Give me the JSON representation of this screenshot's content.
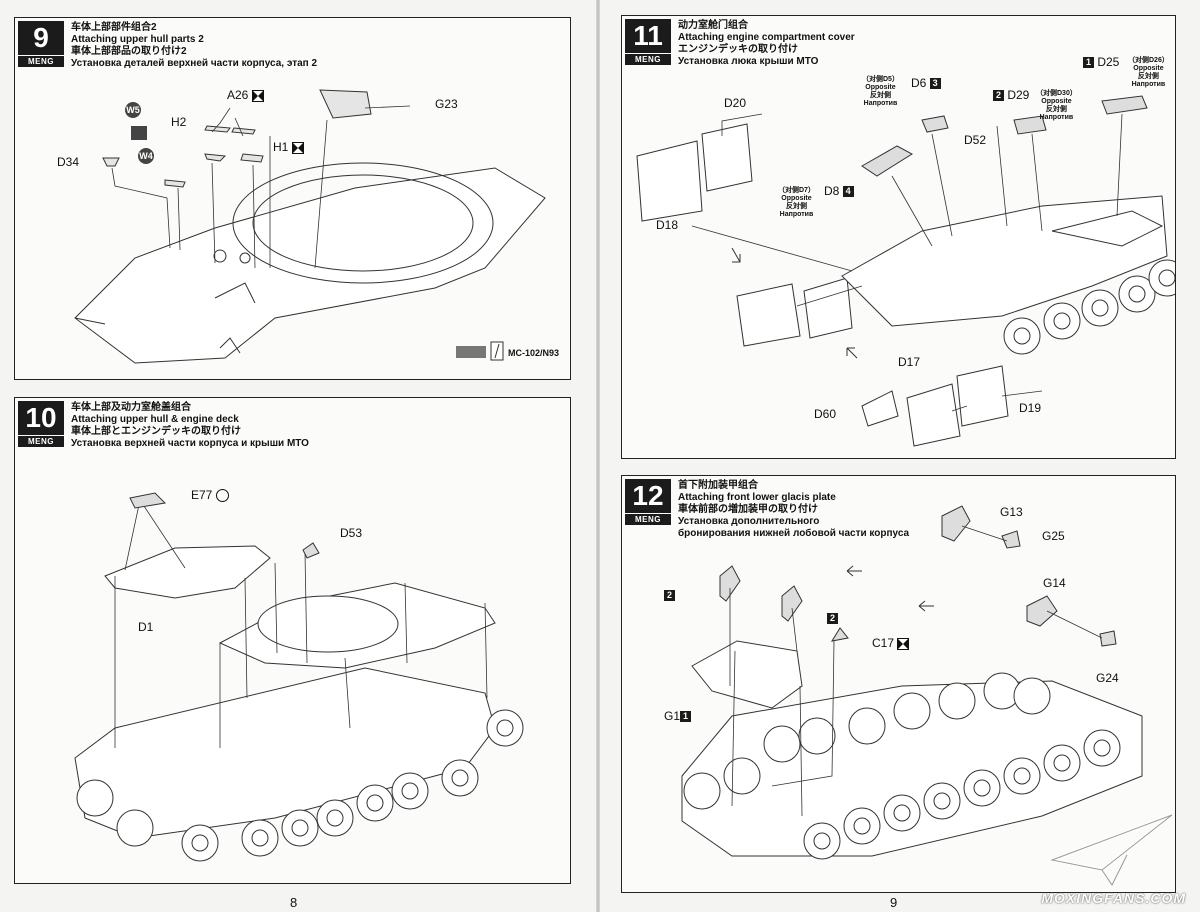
{
  "pages": {
    "left_number": "8",
    "right_number": "9"
  },
  "brand": "MENG",
  "steps": {
    "s9": {
      "number": "9",
      "title_cn": "车体上部部件组合2",
      "title_en": "Attaching upper hull parts 2",
      "title_jp": "車体上部部品の取り付け2",
      "title_ru": "Установка деталей верхней части корпуса, этап 2",
      "labels": {
        "a26": "A26",
        "h2": "H2",
        "h1": "H1",
        "d34": "D34",
        "g23": "G23",
        "w5": "5",
        "w4": "4"
      },
      "paint_ref": "MC-102/N93"
    },
    "s10": {
      "number": "10",
      "title_cn": "车体上部及动力室舱盖组合",
      "title_en": "Attaching upper hull & engine deck",
      "title_jp": "車体上部とエンジンデッキの取り付け",
      "title_ru": "Установка верхней части корпуса и крыши МТО",
      "labels": {
        "e77": "E77",
        "d53": "D53",
        "d1": "D1"
      }
    },
    "s11": {
      "number": "11",
      "title_cn": "动力室舱门组合",
      "title_en": "Attaching engine compartment cover",
      "title_jp": "エンジンデッキの取り付け",
      "title_ru": "Установка люка крыши МТО",
      "labels": {
        "d20": "D20",
        "d18": "D18",
        "d6": "D6",
        "d6_n": "3",
        "d6_opp": "（对侧D5）",
        "d8": "D8",
        "d8_n": "4",
        "d8_opp": "（对侧D7）",
        "d52": "D52",
        "d29": "D29",
        "d29_n": "2",
        "d29_opp": "（对侧D30）",
        "d25": "D25",
        "d25_n": "1",
        "d25_opp": "（对侧D26）",
        "opposite_en": "Opposite",
        "opposite_jp": "反対側",
        "opposite_ru": "Напротив",
        "d17": "D17",
        "d19": "D19",
        "d60": "D60"
      }
    },
    "s12": {
      "number": "12",
      "title_cn": "首下附加装甲组合",
      "title_en": "Attaching front lower glacis plate",
      "title_jp": "車体前部の増加装甲の取り付け",
      "title_ru1": "Установка дополнительного",
      "title_ru2": "бронирования нижней лобовой части корпуса",
      "labels": {
        "g13": "G13",
        "g25": "G25",
        "g14": "G14",
        "g24": "G24",
        "c17": "C17",
        "g1": "G1",
        "g1_n": "1",
        "box2a": "2",
        "box2b": "2"
      }
    }
  },
  "watermark": "MOXINGFANS.COM"
}
